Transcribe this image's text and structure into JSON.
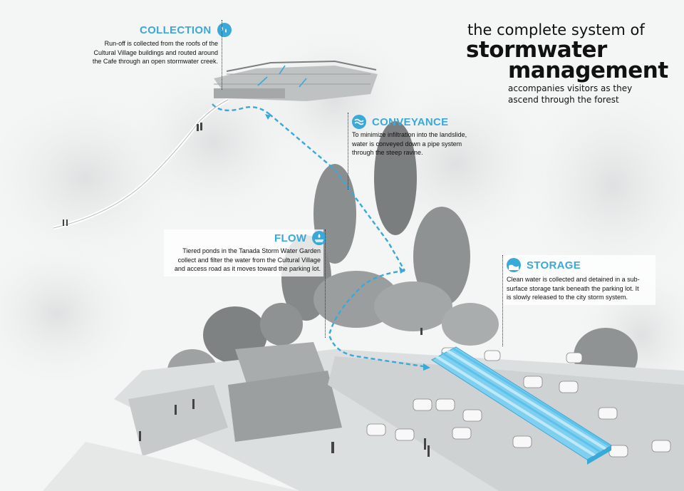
{
  "title": {
    "line1": "the complete system of",
    "line2": "stormwater",
    "line3": "management",
    "subtitle_line1": "accompanies visitors as they",
    "subtitle_line2": "ascend through the forest"
  },
  "sections": {
    "collection": {
      "heading": "COLLECTION",
      "icon": "water-drops-icon",
      "lines": [
        "Run-off is collected from the roofs of the",
        "Cultural Village buildings and routed around",
        "the Cafe through an open stormwater creek."
      ]
    },
    "conveyance": {
      "heading": "CONVEYANCE",
      "icon": "wave-circle-icon",
      "lines": [
        "To minimize infiltration into the landslide,",
        "water is conveyed down a pipe system",
        "through the steep ravine."
      ]
    },
    "flow": {
      "heading": "FLOW",
      "icon": "water-pool-icon",
      "lines": [
        "Tiered ponds in the Tanada Storm Water Garden",
        "collect and filter the water from the Cultural Village",
        "and access road as it moves toward the parking lot."
      ]
    },
    "storage": {
      "heading": "STORAGE",
      "icon": "water-level-icon",
      "lines": [
        "Clean water is collected and detained in a sub-",
        "surface storage tank beneath the parking lot. It",
        "is slowly released to the city storm system."
      ]
    }
  },
  "colors": {
    "accent": "#3aa9d8",
    "tank": "#7fd0f0",
    "background": "#f4f5f5"
  }
}
